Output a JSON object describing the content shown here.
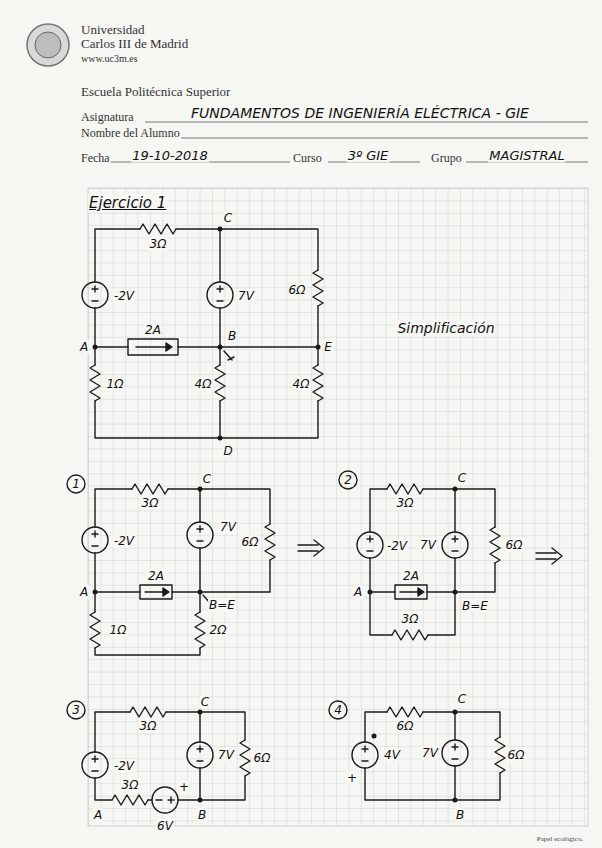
{
  "diagram": {
    "title": "Ejercicio 1",
    "labels": [
      "Universidad",
      "Carlos III de Madrid",
      "www.uc3m.es",
      "Escuela Politécnica Superior",
      "Asignatura",
      "FUNDAMENTOS DE INGENIERÍA ELÉCTRICA - GIE",
      "Nombre del Alumno",
      "Fecha",
      "19-10-2018",
      "Curso",
      "3º GIE",
      "Grupo",
      "MAGISTRAL",
      "Simplificación",
      "C",
      "3Ω",
      "-2V",
      "7V",
      "6Ω",
      "A",
      "2A",
      "B",
      "E",
      "1Ω",
      "4Ω",
      "4Ω",
      "D",
      "1",
      "C",
      "3Ω",
      "-2V",
      "7V",
      "6Ω",
      "A",
      "2A",
      "B=E",
      "1Ω",
      "2Ω",
      "2",
      "C",
      "3Ω",
      "-2V",
      "7V",
      "6Ω",
      "2A",
      "A",
      "B=E",
      "3Ω",
      "3",
      "C",
      "3Ω",
      "-2V",
      "7V",
      "6Ω",
      "3Ω",
      "+",
      "A",
      "6V",
      "B",
      "4",
      "C",
      "6Ω",
      "4V",
      "+",
      "7V",
      "6Ω",
      "B",
      "Papel ecológico."
    ]
  }
}
